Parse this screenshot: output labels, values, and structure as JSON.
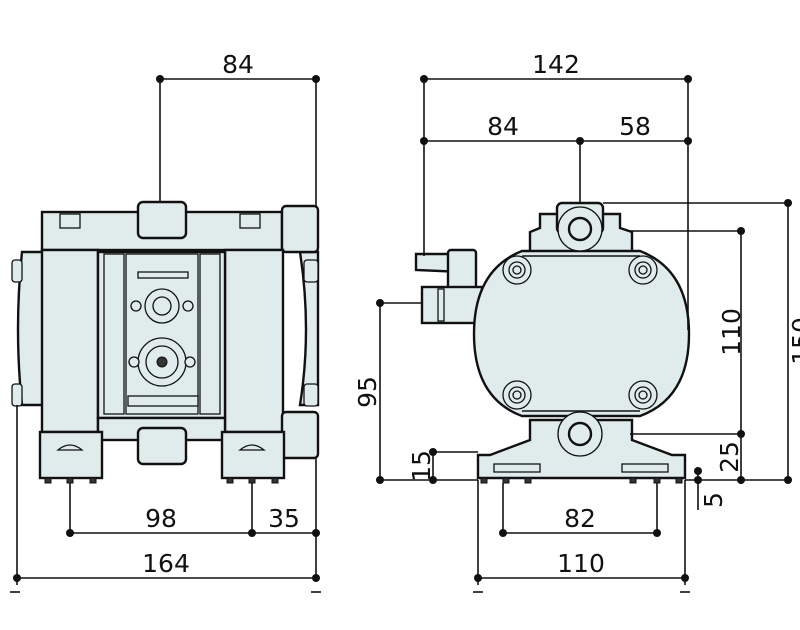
{
  "colors": {
    "body_fill": "#dfeceb",
    "line": "#111111"
  },
  "front_view": {
    "dimensions": {
      "top_width": "84",
      "bolt_spacing": "98",
      "bolt_offset": "35",
      "overall_width": "164"
    }
  },
  "side_view": {
    "dimensions": {
      "overall_depth": "142",
      "inlet_offset": "84",
      "outlet_offset": "58",
      "overall_height": "150",
      "port_spacing": "110",
      "bottom_port_height": "25",
      "valve_height": "95",
      "base_height": "15",
      "foot_height": "5",
      "foot_spacing": "82",
      "base_width": "110"
    }
  }
}
